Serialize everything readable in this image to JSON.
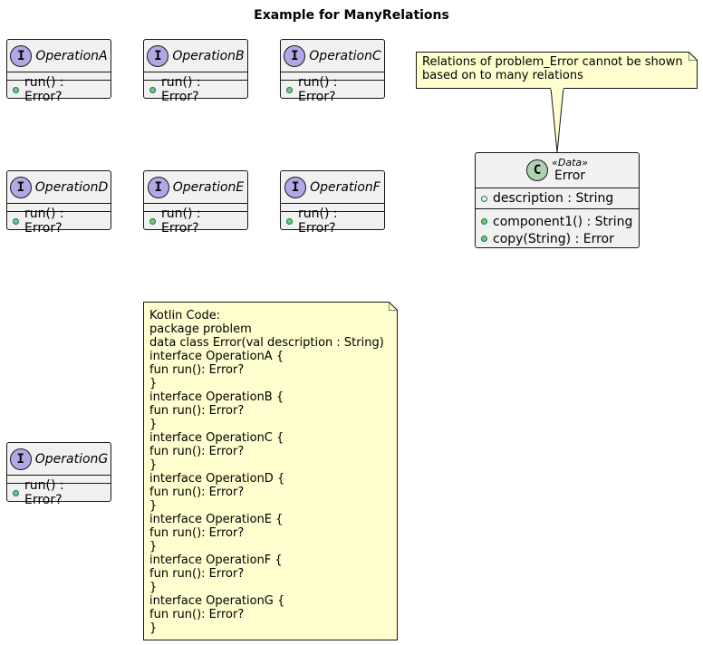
{
  "title": "Example for ManyRelations",
  "interfaces": [
    {
      "name": "OperationA",
      "member": "run() : Error?"
    },
    {
      "name": "OperationB",
      "member": "run() : Error?"
    },
    {
      "name": "OperationC",
      "member": "run() : Error?"
    },
    {
      "name": "OperationD",
      "member": "run() : Error?"
    },
    {
      "name": "OperationE",
      "member": "run() : Error?"
    },
    {
      "name": "OperationF",
      "member": "run() : Error?"
    },
    {
      "name": "OperationG",
      "member": "run() : Error?"
    }
  ],
  "error_class": {
    "badge": "C",
    "stereotype": "«Data»",
    "name": "Error",
    "field": "description : String",
    "methods": [
      "component1() : String",
      "copy(String) : Error"
    ]
  },
  "interface_badge": "I",
  "note_relations": [
    "Relations of problem_Error cannot be shown",
    "based on to many relations"
  ],
  "note_code": [
    "Kotlin Code:",
    "package problem",
    "data class Error(val description : String)",
    "interface OperationA {",
    "fun run(): Error?",
    "}",
    "interface OperationB {",
    "fun run(): Error?",
    "}",
    "interface OperationC {",
    "fun run(): Error?",
    "}",
    "interface OperationD {",
    "fun run(): Error?",
    "}",
    "interface OperationE {",
    "fun run(): Error?",
    "}",
    "interface OperationF {",
    "fun run(): Error?",
    "}",
    "interface OperationG {",
    "fun run(): Error?",
    "}"
  ],
  "colors": {
    "interface_badge": "#b4a7e5",
    "class_badge": "#add1b2",
    "note_bg": "#fefece",
    "box_bg": "#f1f1f1"
  }
}
